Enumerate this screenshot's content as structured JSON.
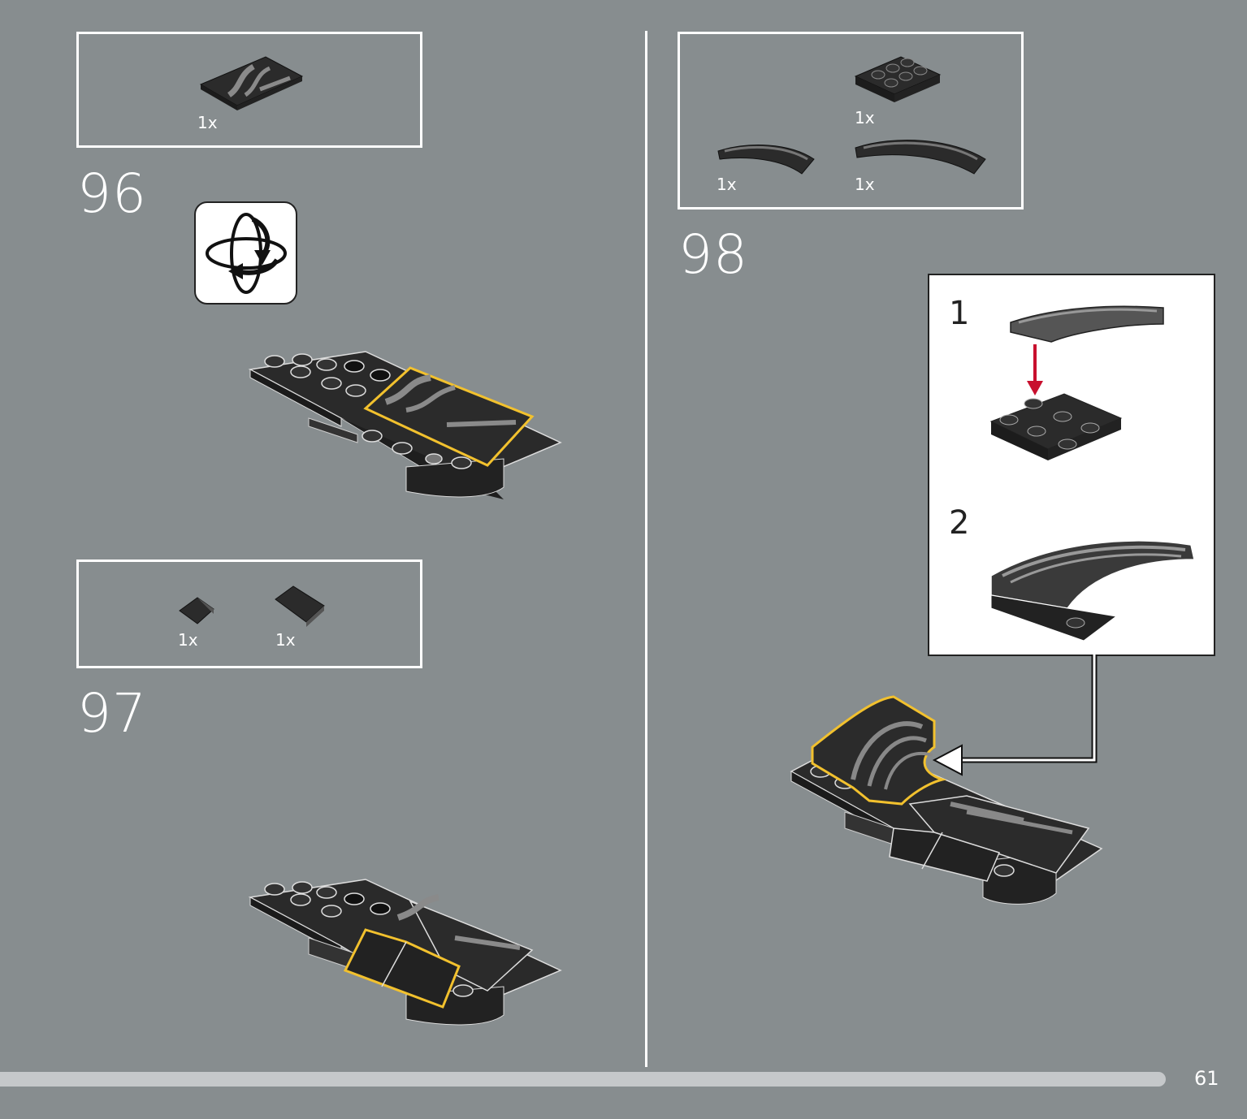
{
  "steps": [
    {
      "number": "96",
      "parts": [
        {
          "qty": "1x",
          "icon": "tile-2x4-printed-icon"
        }
      ]
    },
    {
      "number": "97",
      "parts": [
        {
          "qty": "1x",
          "icon": "slope-1x1-icon"
        },
        {
          "qty": "1x",
          "icon": "slope-1x2-icon"
        }
      ]
    },
    {
      "number": "98",
      "parts": [
        {
          "qty": "1x",
          "icon": "plate-2x3-icon"
        },
        {
          "qty": "1x",
          "icon": "curved-tile-small-icon"
        },
        {
          "qty": "1x",
          "icon": "curved-tile-large-icon"
        }
      ],
      "substeps": [
        {
          "number": "1"
        },
        {
          "number": "2"
        }
      ]
    }
  ],
  "rotate_icon": "rotate-model-icon",
  "page_number": "61",
  "colors": {
    "background": "#878d8f",
    "highlight": "#f2c12e",
    "arrow_red": "#c8102e",
    "brick": "#2b2b2b"
  }
}
